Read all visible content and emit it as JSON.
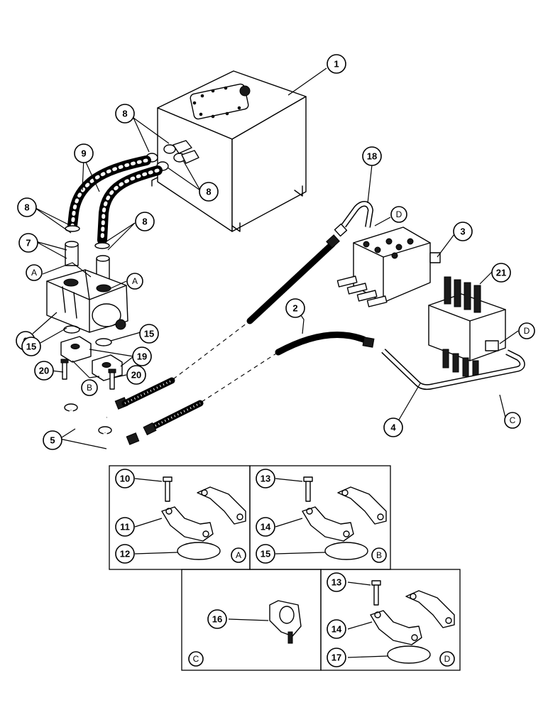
{
  "callouts": {
    "c1": "1",
    "c2": "2",
    "c3": "3",
    "c4": "4",
    "c5": "5",
    "c6": "6",
    "c7": "7",
    "c8a": "8",
    "c8b": "8",
    "c8c": "8",
    "c8d": "8",
    "c9": "9",
    "c15a": "15",
    "c15b": "15",
    "c18": "18",
    "c19": "19",
    "c20a": "20",
    "c20b": "20",
    "c21": "21"
  },
  "letters": {
    "a1": "A",
    "a2": "A",
    "b1": "B",
    "b2": "B",
    "c1": "C",
    "d1": "D",
    "d2": "D"
  },
  "panels": {
    "A": {
      "bolt": "10",
      "flange": "11",
      "oring": "12",
      "letter": "A"
    },
    "B": {
      "bolt": "13",
      "flange": "14",
      "oring": "15",
      "letter": "B"
    },
    "C": {
      "clamp": "16",
      "letter": "C"
    },
    "D": {
      "bolt": "13",
      "flange": "14",
      "oring": "17",
      "letter": "D"
    }
  }
}
